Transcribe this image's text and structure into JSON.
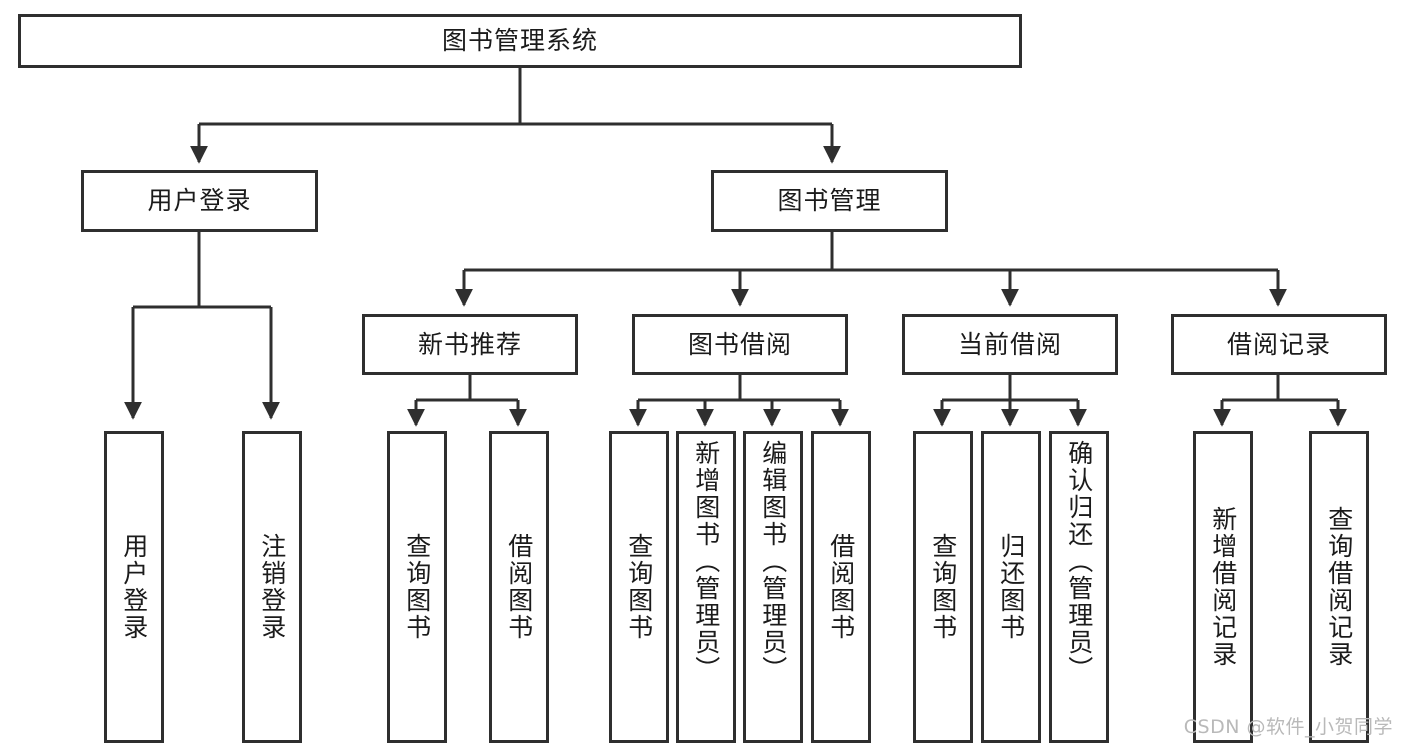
{
  "diagram": {
    "title": "图书管理系统",
    "type": "tree",
    "orientation": "top-down",
    "colors": {
      "box_border": "#2f2f2f",
      "box_fill": "#ffffff",
      "connector": "#2f2f2f",
      "text": "#1b1b1b",
      "watermark": "#b9b9b9",
      "background": "#ffffff"
    },
    "root": {
      "label": "图书管理系统"
    },
    "level2": [
      {
        "label": "用户登录"
      },
      {
        "label": "图书管理"
      }
    ],
    "level3": [
      {
        "label": "新书推荐"
      },
      {
        "label": "图书借阅"
      },
      {
        "label": "当前借阅"
      },
      {
        "label": "借阅记录"
      }
    ],
    "leaves": {
      "user_login": [
        {
          "label": "用户登录"
        },
        {
          "label": "注销登录"
        }
      ],
      "new_book_recommend": [
        {
          "label": "查询图书"
        },
        {
          "label": "借阅图书"
        }
      ],
      "book_borrow": [
        {
          "label": "查询图书"
        },
        {
          "label": "新增图书（管理员）"
        },
        {
          "label": "编辑图书（管理员）"
        },
        {
          "label": "借阅图书"
        }
      ],
      "current_borrow": [
        {
          "label": "查询图书"
        },
        {
          "label": "归还图书"
        },
        {
          "label": "确认归还（管理员）"
        }
      ],
      "borrow_record": [
        {
          "label": "新增借阅记录"
        },
        {
          "label": "查询借阅记录"
        }
      ]
    },
    "watermark": "CSDN @软件_小贺同学"
  }
}
